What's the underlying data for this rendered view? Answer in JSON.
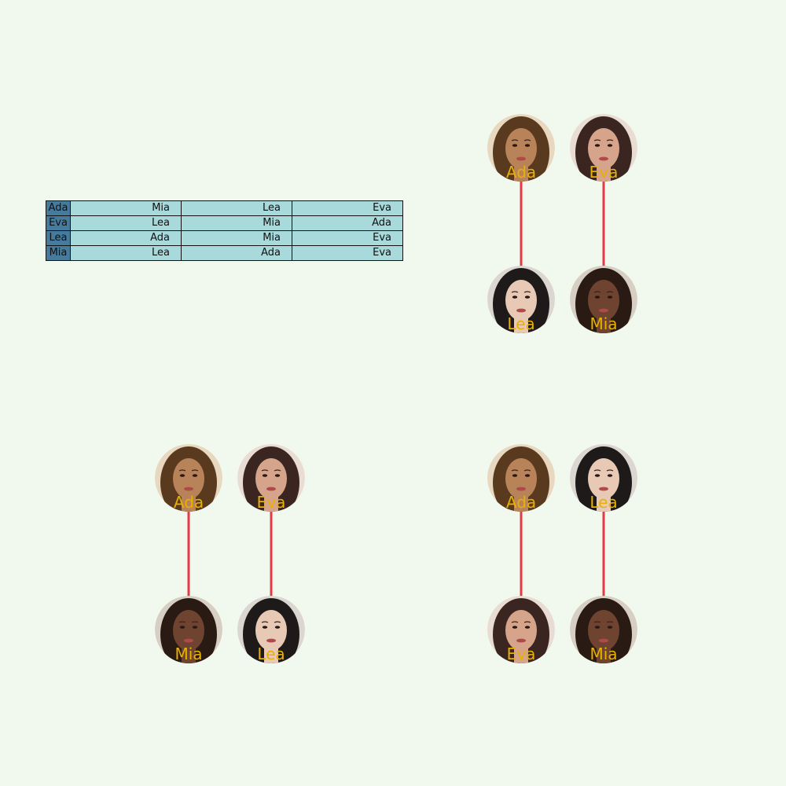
{
  "colors": {
    "background": "#f1f9ef",
    "table_name_cell": "#457b9d",
    "table_pref_cell": "#a8dadc",
    "edge": "#e63946",
    "person_label": "#e8b100"
  },
  "preference_table": {
    "rows": [
      {
        "name": "Ada",
        "prefs": [
          "Mia",
          "Lea",
          "Eva"
        ]
      },
      {
        "name": "Eva",
        "prefs": [
          "Lea",
          "Mia",
          "Ada"
        ]
      },
      {
        "name": "Lea",
        "prefs": [
          "Ada",
          "Mia",
          "Eva"
        ]
      },
      {
        "name": "Mia",
        "prefs": [
          "Lea",
          "Ada",
          "Eva"
        ]
      }
    ]
  },
  "people": {
    "Ada": {
      "skin": "#b9835a",
      "hair": "#5a3a1e",
      "bg": "#e8d8c0"
    },
    "Eva": {
      "skin": "#d6a48a",
      "hair": "#3a2520",
      "bg": "#e9ddd3"
    },
    "Lea": {
      "skin": "#e7c9b6",
      "hair": "#1e1a1a",
      "bg": "#dcd6d0"
    },
    "Mia": {
      "skin": "#6e4330",
      "hair": "#2a1a14",
      "bg": "#d8cfc4"
    }
  },
  "matchings": [
    {
      "pairs": [
        [
          "Ada",
          "Lea"
        ],
        [
          "Eva",
          "Mia"
        ]
      ]
    },
    {
      "pairs": [
        [
          "Ada",
          "Mia"
        ],
        [
          "Eva",
          "Lea"
        ]
      ]
    },
    {
      "pairs": [
        [
          "Ada",
          "Eva"
        ],
        [
          "Lea",
          "Mia"
        ]
      ]
    }
  ]
}
